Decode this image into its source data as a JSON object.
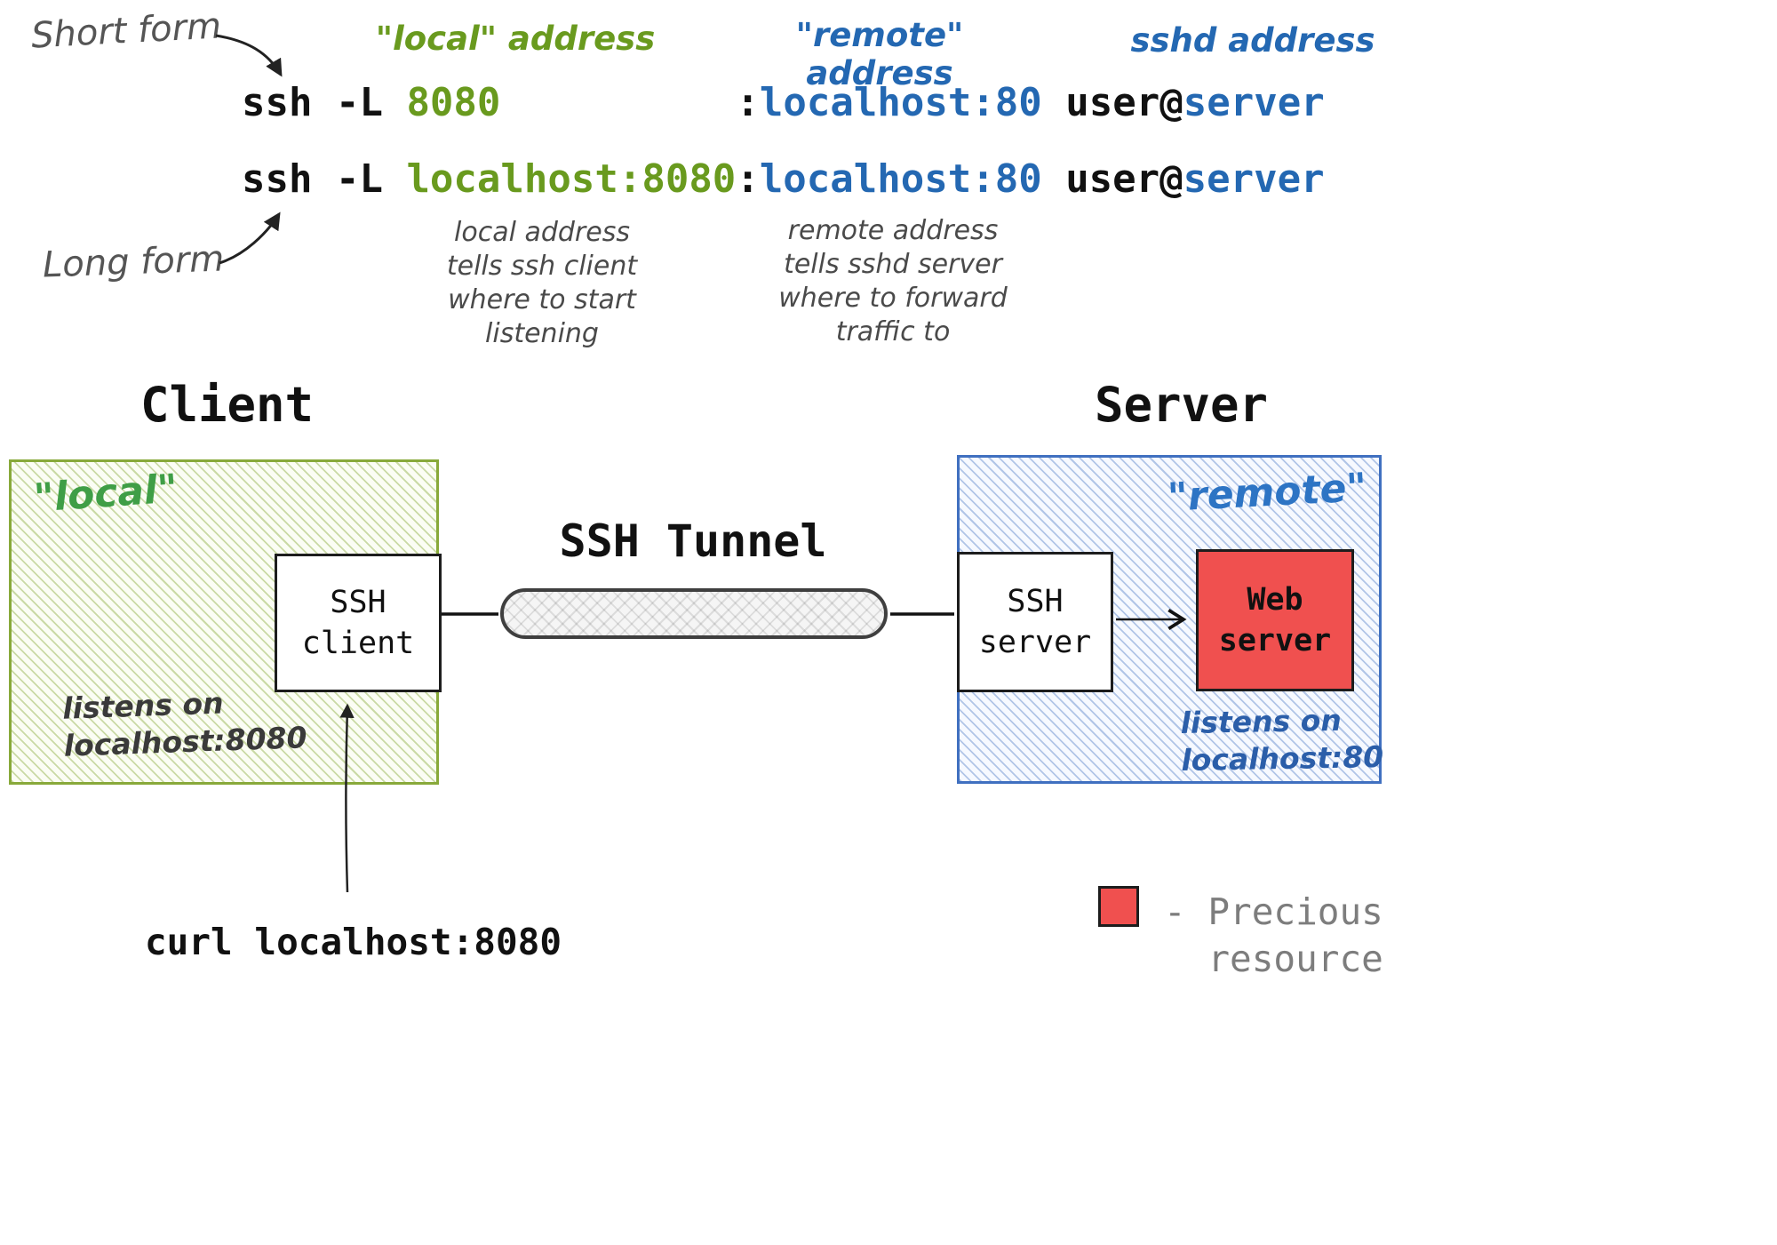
{
  "colors": {
    "green": "#699a1e",
    "blue": "#2468b2",
    "zone_green_label": "#3f9e46",
    "zone_blue_label": "#2d74c4",
    "red": "#f0504f",
    "annotation_gray": "#555555",
    "legend_gray": "#7d7d7d",
    "green_zone_border": "#88a93a",
    "blue_zone_border": "#4070c0"
  },
  "annotations": {
    "short_form": "Short form",
    "long_form": "Long form"
  },
  "column_headers": {
    "local": "\"local\" address",
    "remote": "\"remote\" address",
    "sshd": "sshd address"
  },
  "commands": {
    "short": {
      "prefix": "ssh -L ",
      "local": "8080",
      "separator": ":",
      "remote": "localhost:80",
      "user": " user@",
      "server": "server"
    },
    "long": {
      "prefix": "ssh -L ",
      "local": "localhost:8080",
      "separator": ":",
      "remote": "localhost:80",
      "user": " user@",
      "server": "server"
    }
  },
  "notes": {
    "local": "local address\ntells ssh client\nwhere to start\nlistening",
    "remote": "remote address\ntells sshd server\nwhere to forward\ntraffic to"
  },
  "client": {
    "heading": "Client",
    "zone_label": "\"local\"",
    "ssh_client": "SSH\nclient",
    "listens": "listens on\nlocalhost:8080"
  },
  "tunnel": {
    "label": "SSH Tunnel"
  },
  "server": {
    "heading": "Server",
    "zone_label": "\"remote\"",
    "ssh_server": "SSH\nserver",
    "web_server": "Web\nserver",
    "listens": "listens on\nlocalhost:80"
  },
  "curl": {
    "command": "curl localhost:8080"
  },
  "legend": {
    "text": "- Precious\n  resource"
  }
}
